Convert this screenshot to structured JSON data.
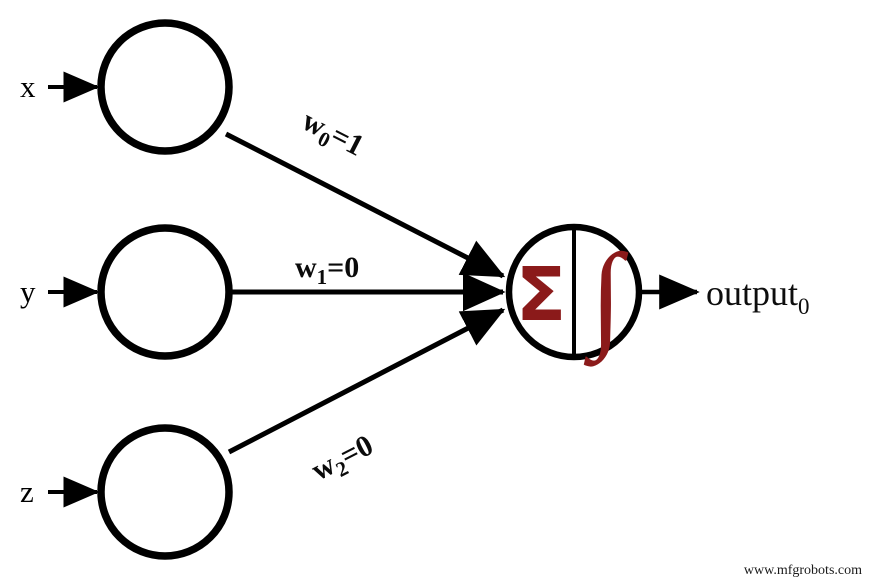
{
  "diagram": {
    "title": "single-neuron-perceptron-diagram",
    "background_color": "#ffffff",
    "stroke_color": "#000000",
    "accent_color": "#8B1A1A",
    "inputs": [
      {
        "label": "x",
        "weight_label": "w",
        "weight_sub": "0",
        "weight_value": "=1"
      },
      {
        "label": "y",
        "weight_label": "w",
        "weight_sub": "1",
        "weight_value": "=0"
      },
      {
        "label": "z",
        "weight_label": "w",
        "weight_sub": "2",
        "weight_value": "=0"
      }
    ],
    "neuron": {
      "sum_symbol": "Σ",
      "integral_symbol": "∫"
    },
    "output": {
      "label": "output",
      "subscript": "0"
    },
    "watermark": "www.mfgrobots.com"
  }
}
